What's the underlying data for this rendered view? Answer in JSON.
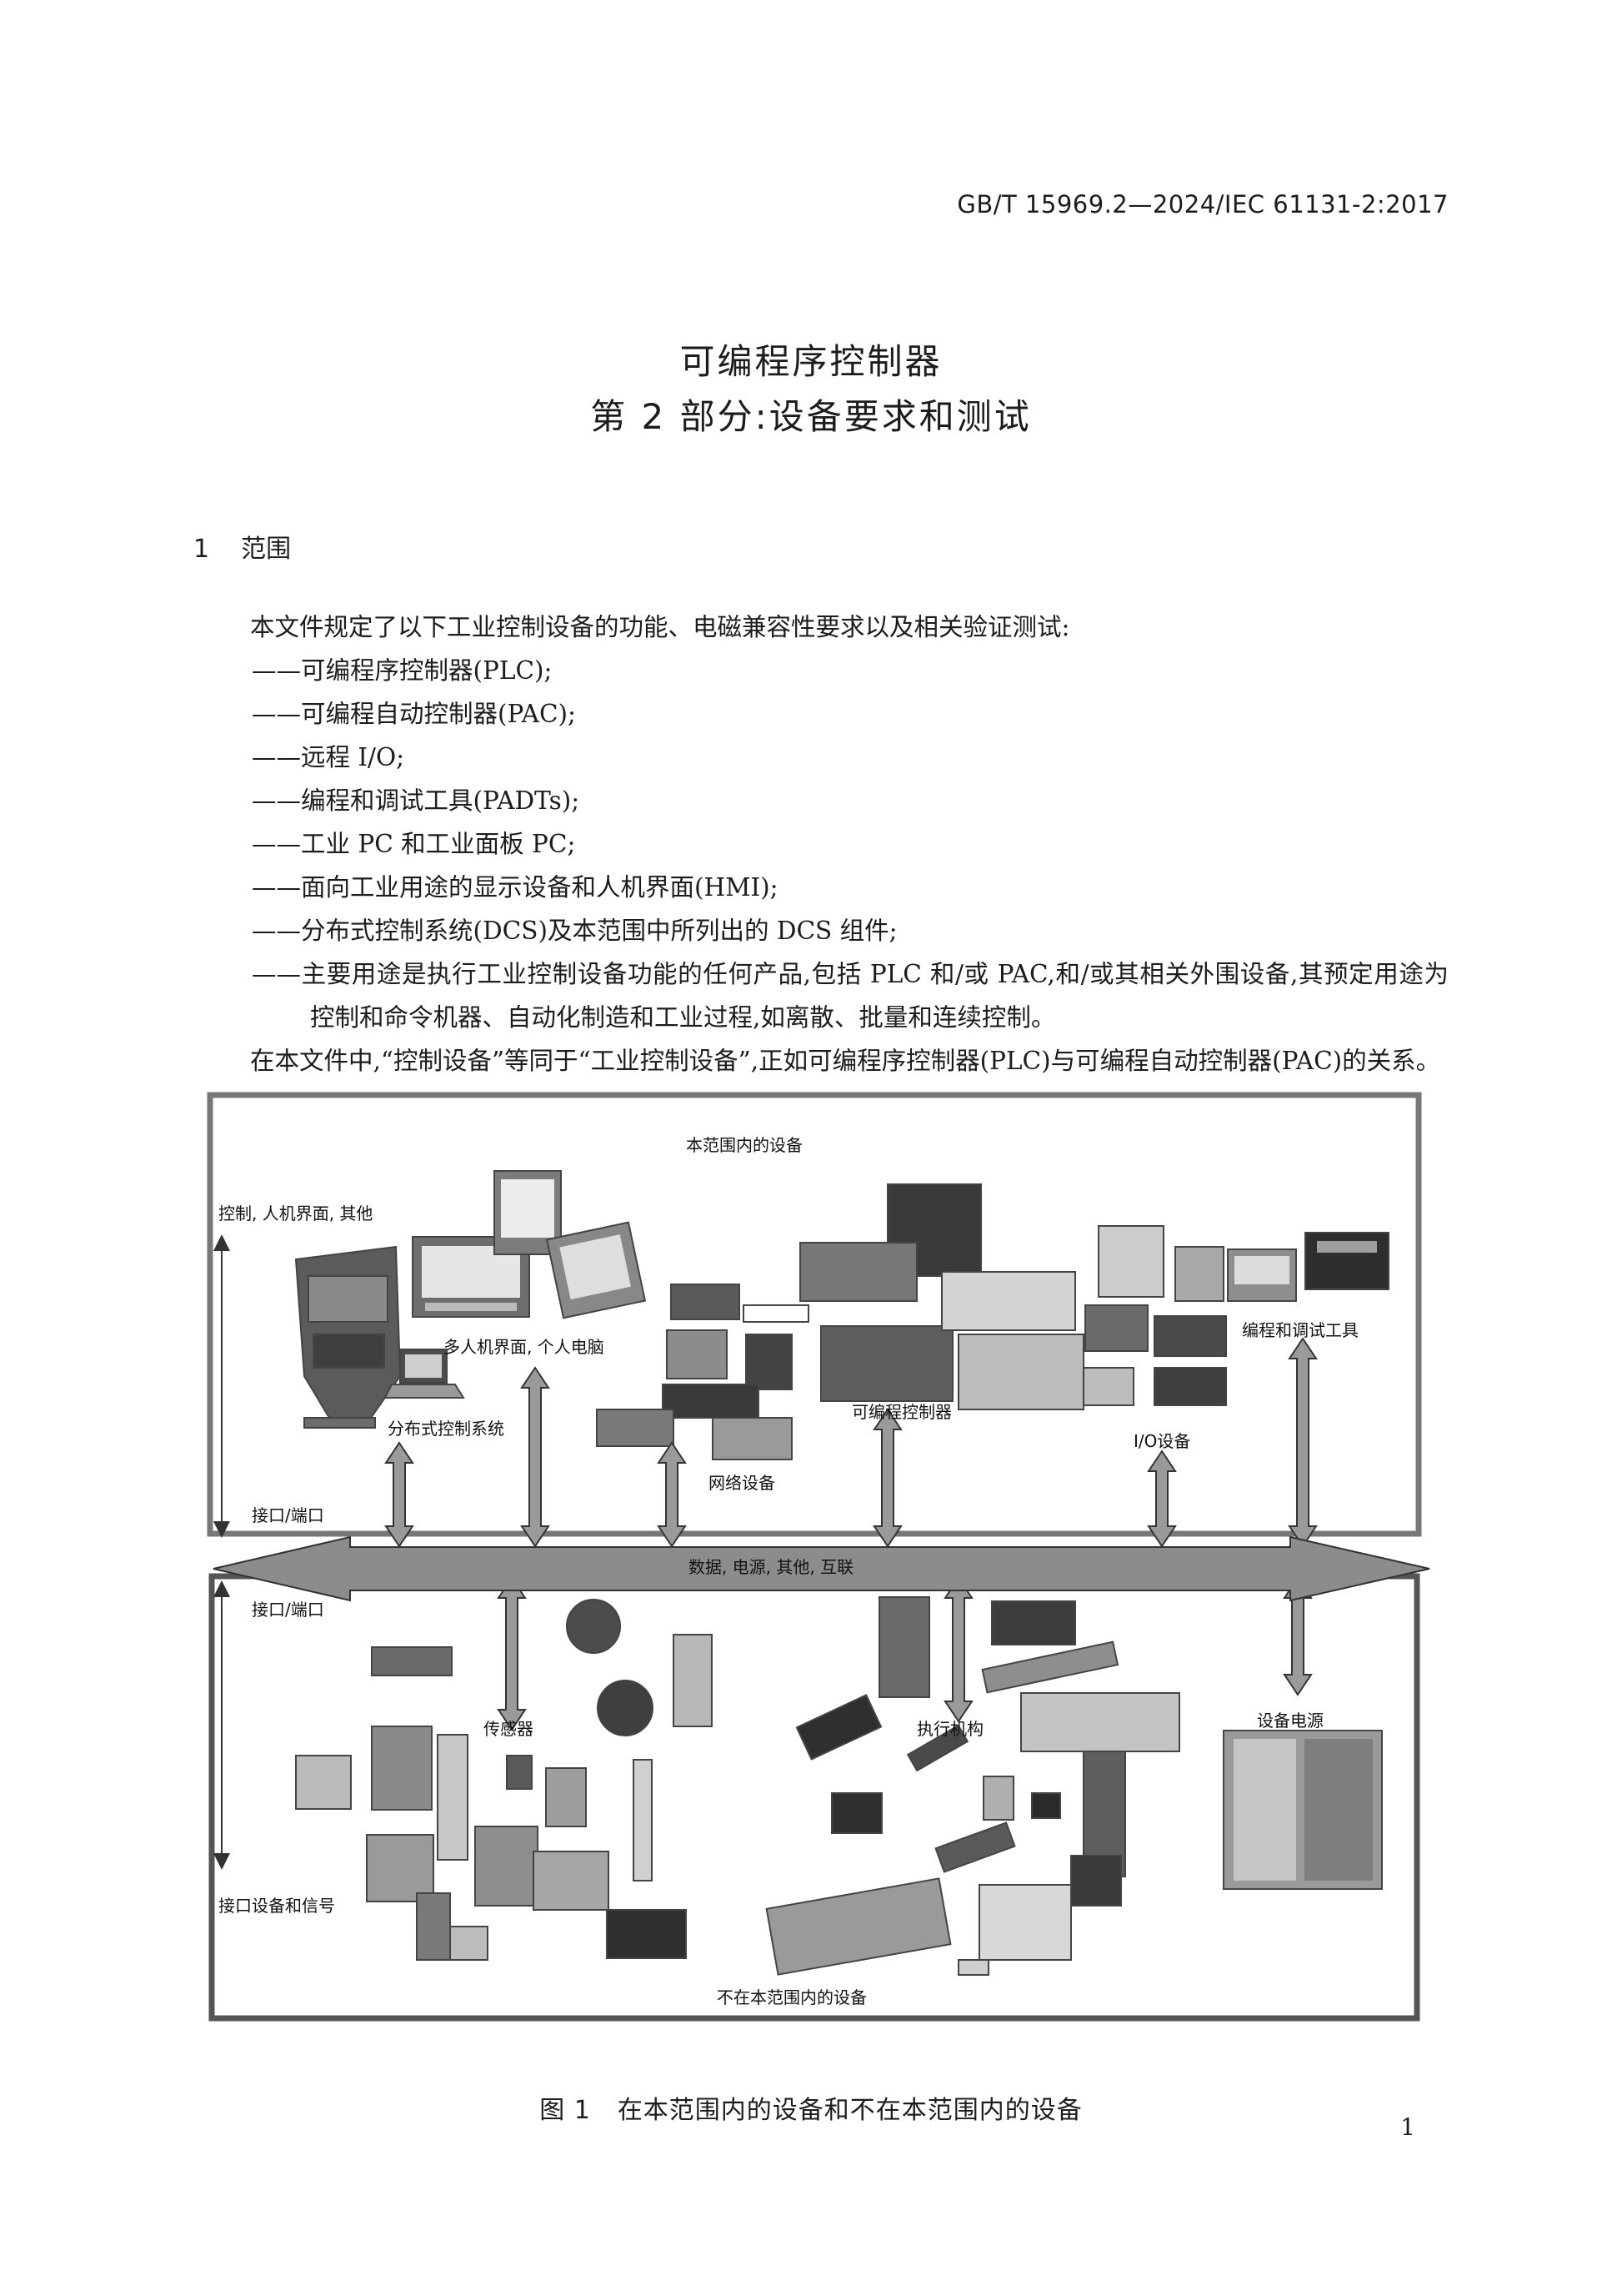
{
  "header": {
    "standard_code": "GB/T  15969.2—2024/IEC 61131-2:2017"
  },
  "title": {
    "line1": "可编程序控制器",
    "line2": "第 2 部分:设备要求和测试"
  },
  "section": {
    "number": "1",
    "heading": "范围"
  },
  "intro": "本文件规定了以下工业控制设备的功能、电磁兼容性要求以及相关验证测试:",
  "list_items": [
    "——可编程序控制器(PLC);",
    "——可编程自动控制器(PAC);",
    "——远程 I/O;",
    "——编程和调试工具(PADTs);",
    "——工业 PC 和工业面板 PC;",
    "——面向工业用途的显示设备和人机界面(HMI);",
    "——分布式控制系统(DCS)及本范围中所列出的 DCS 组件;",
    "——主要用途是执行工业控制设备功能的任何产品,包括 PLC 和/或 PAC,和/或其相关外围设备,其预定用途为控制和命令机器、自动化制造和工业过程,如离散、批量和连续控制。"
  ],
  "closing": "在本文件中,“控制设备”等同于“工业控制设备”,正如可编程序控制器(PLC)与可编程自动控制器(PAC)的关系。",
  "figure": {
    "top_box_title": "本范围内的设备",
    "control_label": "控制, 人机界面, 其他",
    "hmi_label": "多人机界面, 个人电脑",
    "dcs_label": "分布式控制系统",
    "network_label": "网络设备",
    "plc_label": "可编程控制器",
    "io_label": "I/O设备",
    "padt_label": "编程和调试工具",
    "interface_top": "接口/端口",
    "bus_label": "数据, 电源, 其他, 互联",
    "interface_bottom": "接口/端口",
    "sensor_label": "传感器",
    "actuator_label": "执行机构",
    "power_label": "设备电源",
    "signals_label": "接口设备和信号",
    "bottom_box_title": "不在本范围内的设备"
  },
  "caption": {
    "number": "图 1",
    "text": "在本范围内的设备和不在本范围内的设备"
  },
  "page_number": "1"
}
